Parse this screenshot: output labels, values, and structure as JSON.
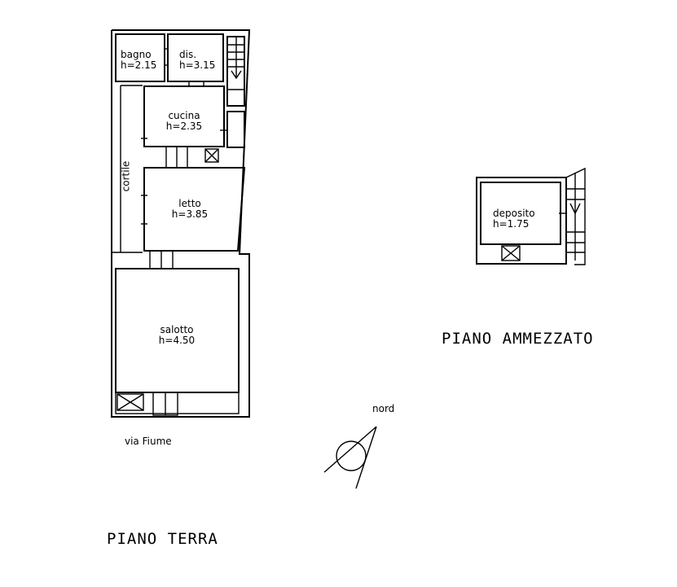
{
  "ground_floor": {
    "title": "PIANO TERRA",
    "street": "via Fiume",
    "courtyard": "cortile",
    "rooms": [
      {
        "name": "bagno",
        "height": "h=2.15"
      },
      {
        "name": "dis.",
        "height": "h=3.15"
      },
      {
        "name": "cucina",
        "height": "h=2.35"
      },
      {
        "name": "letto",
        "height": "h=3.85"
      },
      {
        "name": "salotto",
        "height": "h=4.50"
      }
    ]
  },
  "mezzanine": {
    "title": "PIANO AMMEZZATO",
    "rooms": [
      {
        "name": "deposito",
        "height": "h=1.75"
      }
    ]
  },
  "north_label": "nord"
}
